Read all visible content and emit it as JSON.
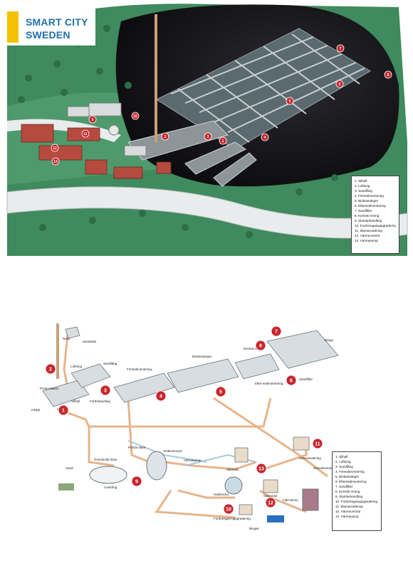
{
  "logo": {
    "line1": "SMART CITY",
    "line2": "SWEDEN"
  },
  "legend_items": [
    "1. Silhall",
    "2. Luftning",
    "3. Sandfång",
    "4. Försedimentering",
    "5. Biobassänger",
    "6. Eftersedimentering",
    "7. Sandfilter",
    "8. Kemisk rening",
    "9. Slambehandling",
    "10. Fordonsgasuppgradering",
    "11. Slamavvattning",
    "12. Värmecentral",
    "13. Värmepump"
  ],
  "aerial_markers": [
    "1",
    "2",
    "3",
    "4",
    "5",
    "6",
    "7",
    "8",
    "9",
    "10",
    "11",
    "12",
    "13"
  ],
  "process_labels": {
    "rens": "Rens",
    "sandtvatt": "Sandtvätt",
    "luftning": "Luftning",
    "sandfang": "Sandfång",
    "forbehandling": "Förbehandling",
    "forsedimentering": "Försedimentering",
    "biobassanger": "Biobassänger",
    "kemisk_rening": "Kemisk rening",
    "utlopp": "Utlopp",
    "efter": "Efter-sedimentering",
    "sandfilter": "Sandfilter",
    "pumpstation": "Pump-station",
    "silhall": "Silhall",
    "inlopp": "Inlopp",
    "overskottsslam": "Överskotts-slam",
    "primarslam": "Primär-slam",
    "rotkammare": "Rötkammare",
    "centrifug": "Centrifug",
    "sand": "Sand",
    "varmepump": "Värmepump",
    "slamsilo": "Slamsilo",
    "gasklocka": "Gasklocka",
    "gasmotor": "Gasmotor",
    "fjarrvarme": "Fjärrvärme",
    "fordonsgas": "Fordonsgas-uppgradering",
    "biogas": "Biogas",
    "slamavvattning": "Slamavvattning",
    "varmeleverans": "Värmeleverans"
  },
  "schematic_markers": [
    "1",
    "2",
    "3",
    "4",
    "5",
    "6",
    "7",
    "8",
    "9",
    "10",
    "11",
    "12",
    "13"
  ],
  "colors": {
    "logo_blue": "#1f6fb0",
    "logo_yellow": "#f2c200",
    "marker_red": "#c8262d",
    "pipe": "#e8b48a"
  }
}
